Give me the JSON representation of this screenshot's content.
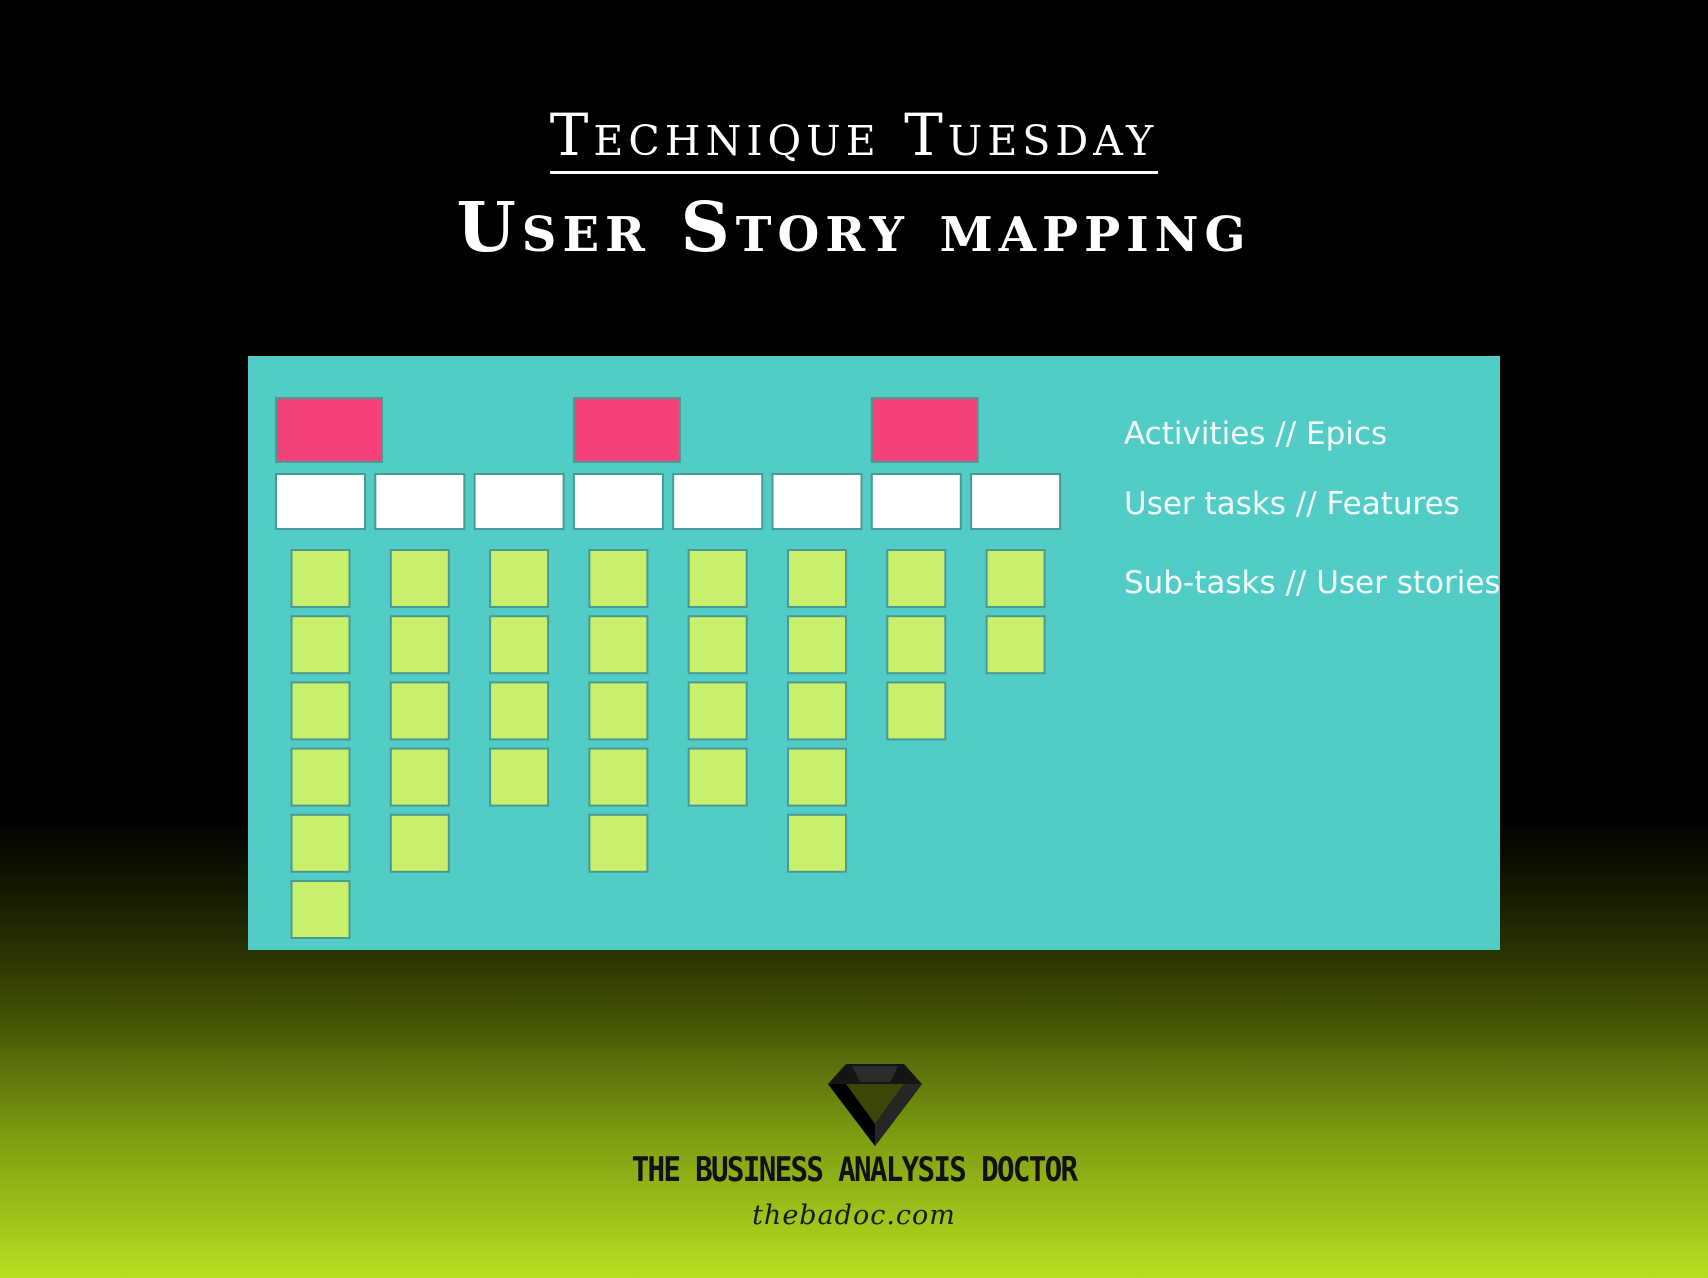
{
  "header": {
    "series_title": "Technique Tuesday",
    "main_title": "User Story mapping"
  },
  "story_map": {
    "background_color": "#52ccc6",
    "activity_color": "#f4417a",
    "task_color": "#ffffff",
    "story_color": "#c8f06a",
    "labels": {
      "activities": "Activities // Epics",
      "user_tasks": "User tasks // Features",
      "sub_tasks": "Sub-tasks // User stories"
    },
    "activity_count": 3,
    "activity_above_task_columns": [
      1,
      4,
      7
    ],
    "task_count": 8,
    "stories_per_task": [
      6,
      5,
      4,
      5,
      4,
      5,
      3,
      2
    ]
  },
  "brand": {
    "logo": "diamond-logo-icon",
    "name": "THE BUSINESS ANALYSIS DOCTOR",
    "url": "thebadoc.com"
  }
}
